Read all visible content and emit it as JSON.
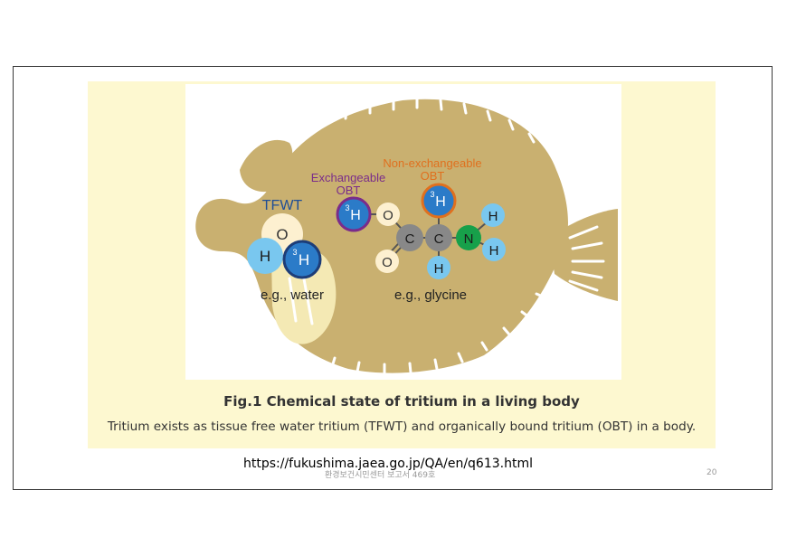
{
  "figure": {
    "tfwt_label": "TFWT",
    "tfwt_example": "e.g., water",
    "exchangeable_label_line1": "Exchangeable",
    "exchangeable_label_line2": "OBT",
    "nonexchangeable_label_line1": "Non-exchangeable",
    "nonexchangeable_label_line2": "OBT",
    "obt_example": "e.g., glycine",
    "atoms": {
      "oxygen": "O",
      "hydrogen": "H",
      "carbon": "C",
      "nitrogen": "N",
      "tritium_mass": "3",
      "tritium_symbol": "H"
    },
    "colors": {
      "fish_body": "#c9b070",
      "background_panel": "#fdf8d0",
      "tfwt_text": "#1f4e96",
      "exchangeable_text": "#7a2c8a",
      "nonexchangeable_text": "#e0701e",
      "tritium_fill": "#2b7bc8",
      "hydrogen_fill": "#79c7ef",
      "carbon_fill": "#888888",
      "nitrogen_fill": "#17a04a",
      "oxygen_fill": "#fdf0d0"
    }
  },
  "caption": {
    "title": "Fig.1 Chemical state of tritium in a living body",
    "body": "Tritium exists as tissue free water tritium (TFWT) and organically bound tritium (OBT) in a body."
  },
  "source_url": "https://fukushima.jaea.go.jp/QA/en/q613.html",
  "footer": {
    "text": "환경보건시민센터 보고서 469호",
    "page_number": "20"
  }
}
